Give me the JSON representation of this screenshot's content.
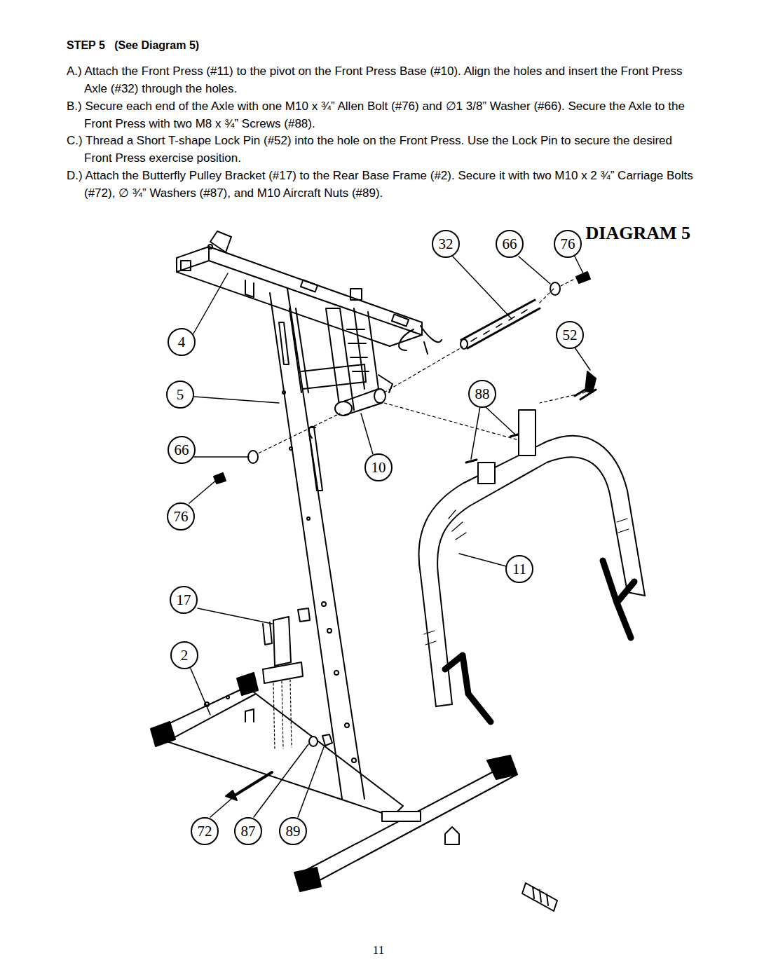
{
  "diagram": {
    "title": "STEP 5   (See Diagram 5)",
    "nodes": [
      {
        "text": [
          "32"
        ]
      },
      {
        "text": [
          "66"
        ]
      },
      {
        "text": [
          "76"
        ]
      },
      {
        "text": [
          "4"
        ]
      },
      {
        "text": [
          "52"
        ]
      },
      {
        "text": [
          "5"
        ]
      },
      {
        "text": [
          "88"
        ]
      },
      {
        "text": [
          "66"
        ]
      },
      {
        "text": [
          "10"
        ]
      },
      {
        "text": [
          "76"
        ]
      },
      {
        "text": [
          "11"
        ]
      },
      {
        "text": [
          "17"
        ]
      },
      {
        "text": [
          "2"
        ]
      },
      {
        "text": [
          "72"
        ]
      },
      {
        "text": [
          "87"
        ]
      },
      {
        "text": [
          "89"
        ]
      }
    ],
    "labels": [
      "A.) Attach the Front Press (#11) to the pivot on the Front Press Base (#10). Align the holes and insert the Front Press Axle (#32) through the holes.",
      "B.) Secure each end of the Axle with one M10 x ¾” Allen Bolt (#76) and ∅1 3/8” Washer (#66).  Secure the Axle to the Front Press with two M8 x ¾” Screws (#88).",
      "C.) Thread a Short T-shape Lock Pin (#52) into the hole on the Front Press.  Use the Lock Pin to secure the desired Front Press exercise position.",
      "D.) Attach the Butterfly Pulley Bracket (#17) to the Rear Base Frame (#2).  Secure it with two M10 x 2 ¾” Carriage Bolts (#72), ∅ ¾” Washers (#87), and M10 Aircraft Nuts (#89).",
      "DIAGRAM 5",
      "11"
    ]
  }
}
